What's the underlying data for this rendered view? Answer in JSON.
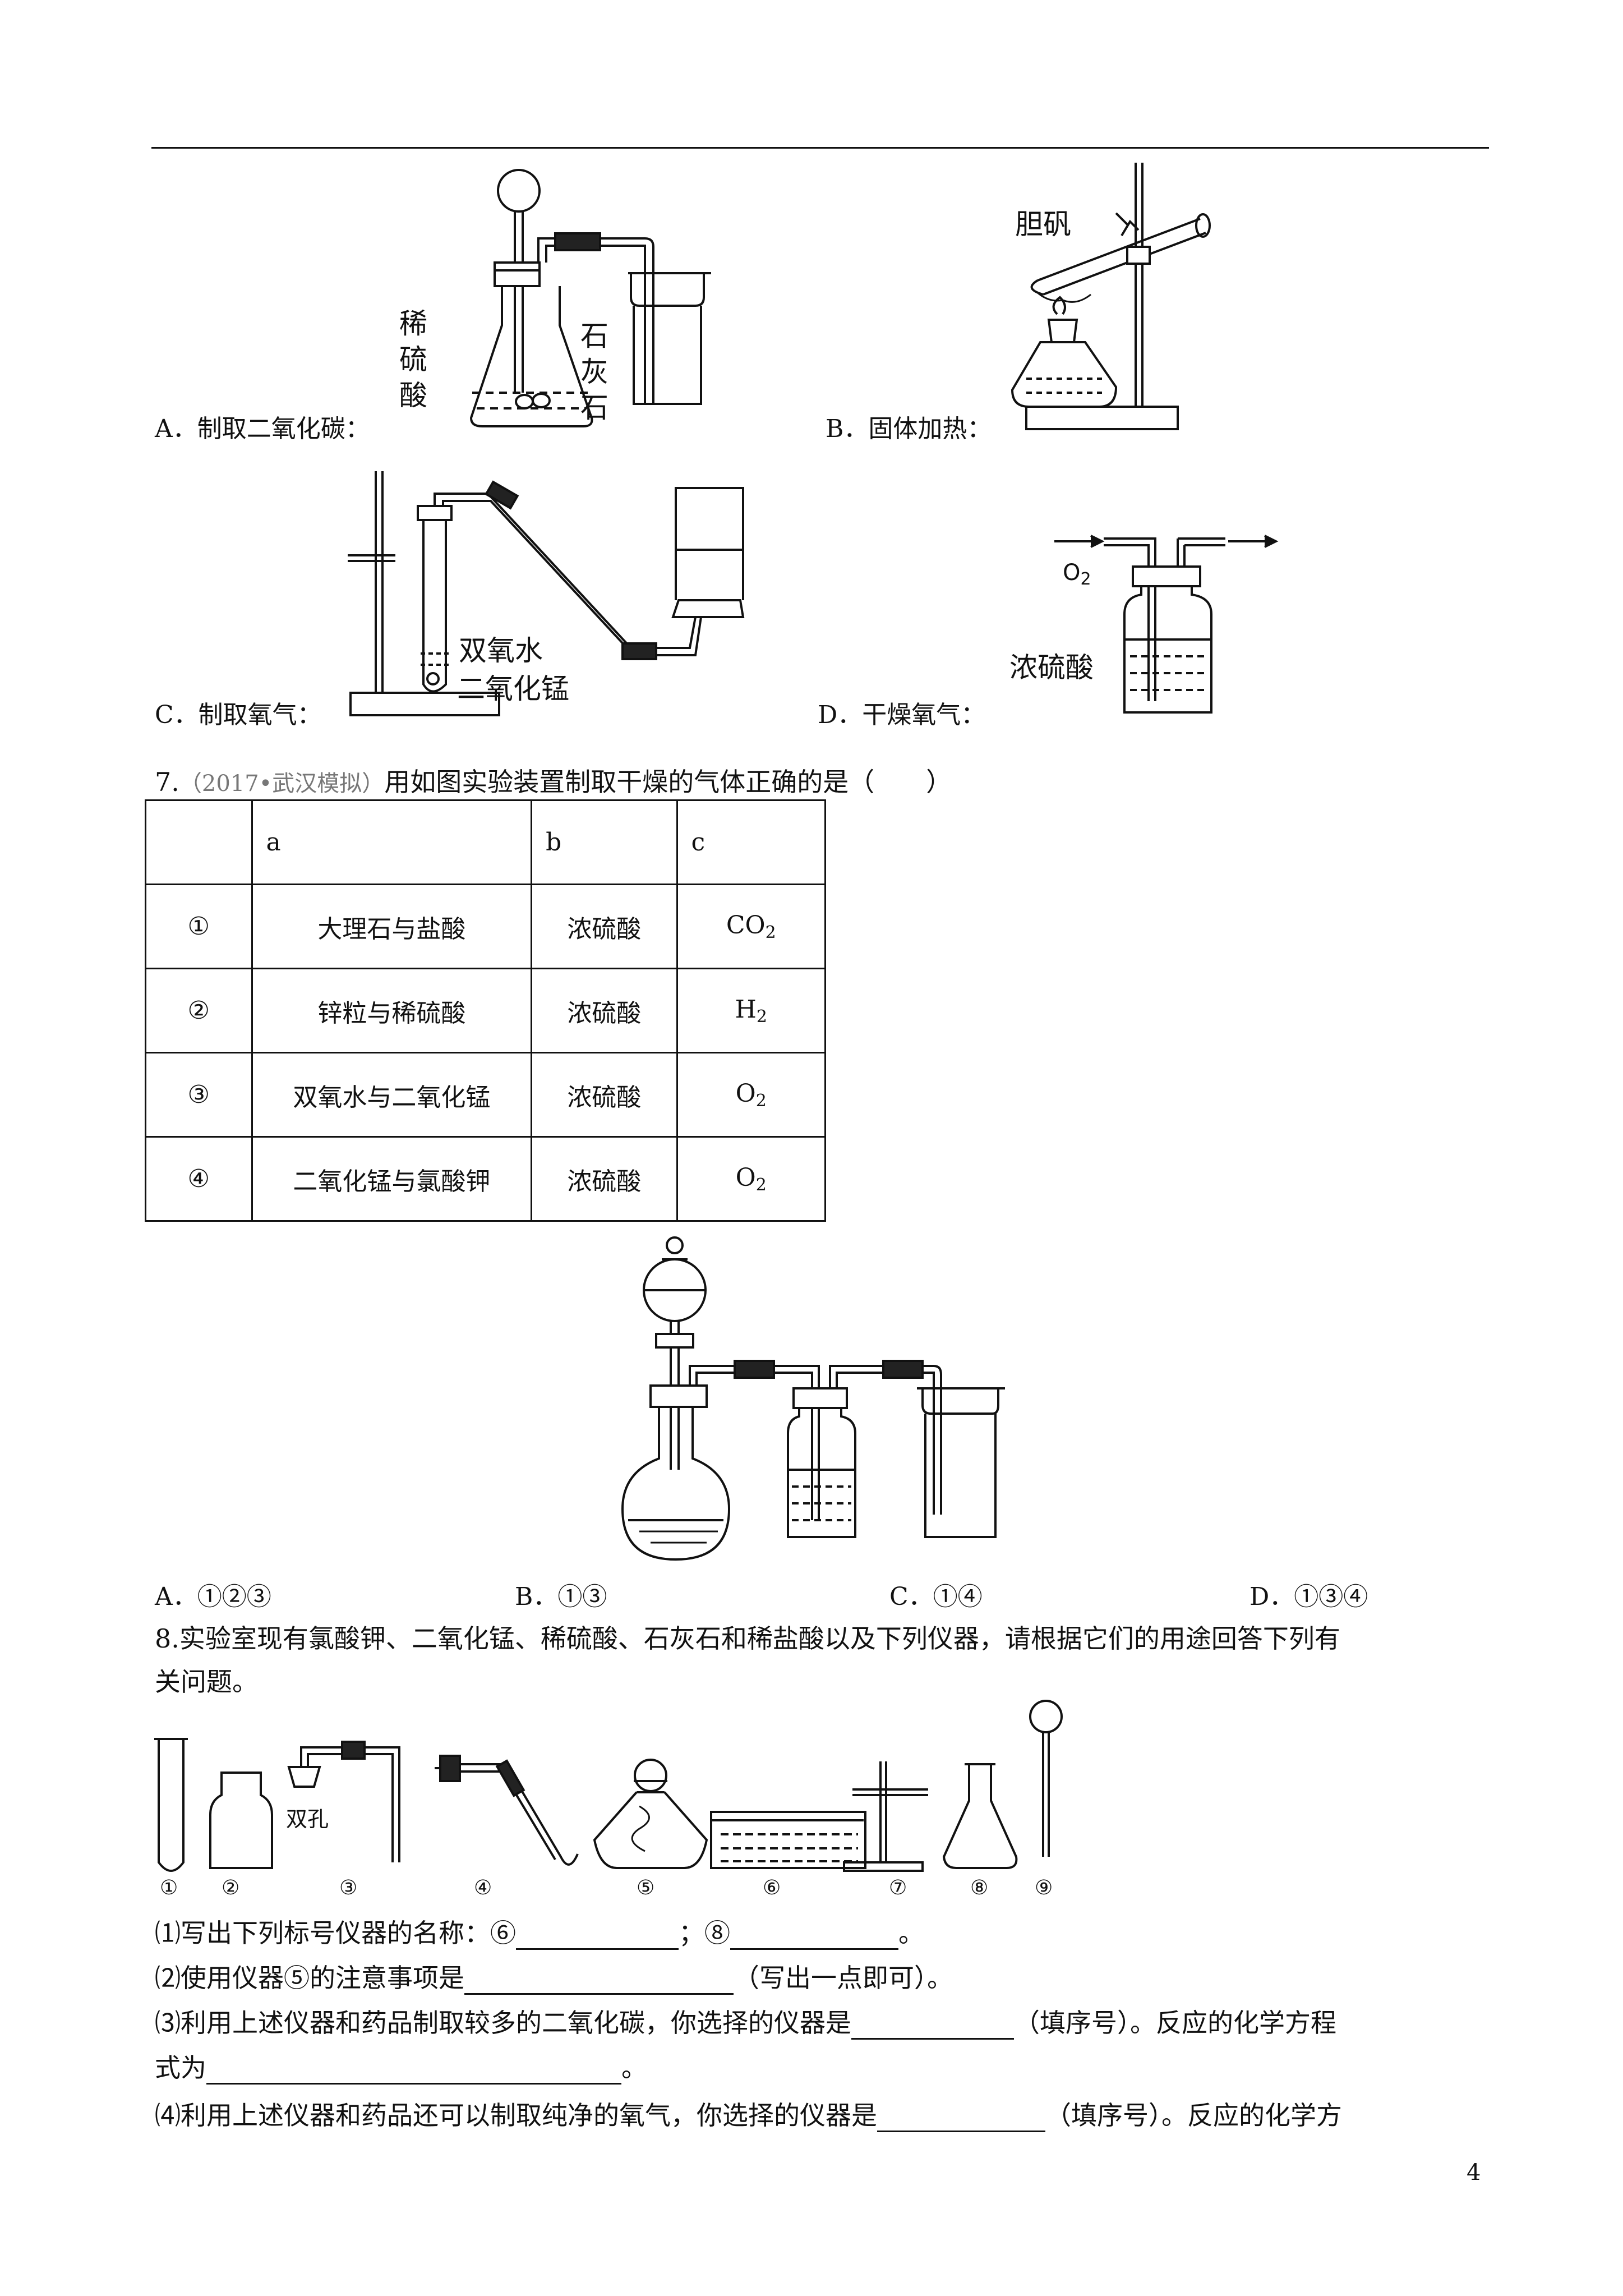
{
  "page_number": "4",
  "q6": {
    "options": [
      {
        "letter": "A．",
        "text": "制取二氧化碳："
      },
      {
        "letter": "B．",
        "text": "固体加热："
      },
      {
        "letter": "C．",
        "text": "制取氧气："
      },
      {
        "letter": "D．",
        "text": "干燥氧气："
      }
    ],
    "labels": {
      "a_acid": [
        "稀",
        "硫",
        "酸"
      ],
      "a_stone": [
        "石",
        "灰",
        "石"
      ],
      "b_solid": "胆矾",
      "c_h2o2": "双氧水",
      "c_mno2": "二氧化锰",
      "d_o2": "O",
      "d_o2_sub": "2",
      "d_acid": "浓硫酸"
    }
  },
  "q7": {
    "number": "7.",
    "source": "（2017•武汉模拟）",
    "stem": "用如图实验装置制取干燥的气体正确的是（　　）",
    "table": {
      "header": [
        "",
        "a",
        "b",
        "c"
      ],
      "rows": [
        {
          "no": "①",
          "a": "大理石与盐酸",
          "b": "浓硫酸",
          "c": "CO",
          "c_sub": "2"
        },
        {
          "no": "②",
          "a": "锌粒与稀硫酸",
          "b": "浓硫酸",
          "c": "H",
          "c_sub": "2"
        },
        {
          "no": "③",
          "a": "双氧水与二氧化锰",
          "b": "浓硫酸",
          "c": "O",
          "c_sub": "2"
        },
        {
          "no": "④",
          "a": "二氧化锰与氯酸钾",
          "b": "浓硫酸",
          "c": "O",
          "c_sub": "2"
        }
      ]
    },
    "choices": [
      "A．①②③",
      "B．①③",
      "C．①④",
      "D．①③④"
    ]
  },
  "q8": {
    "stem_line1": "8.实验室现有氯酸钾、二氧化锰、稀硫酸、石灰石和稀盐酸以及下列仪器，请根据它们的用途回答下列有",
    "stem_line2": "关问题。",
    "stopper_label": "双孔",
    "apparatus_numbers": [
      "①",
      "②",
      "③",
      "④",
      "⑤",
      "⑥",
      "⑦",
      "⑧",
      "⑨"
    ],
    "sub1_a": "⑴写出下列标号仪器的名称：⑥",
    "sub1_b": "；⑧",
    "sub1_c": "。",
    "sub2_a": "⑵使用仪器⑤的注意事项是",
    "sub2_b": "（写出一点即可）。",
    "sub3_a": "⑶利用上述仪器和药品制取较多的二氧化碳，你选择的仪器是",
    "sub3_b": "（填序号）。反应的化学方程",
    "sub3_c": "式为",
    "sub3_d": "。",
    "sub4_a": "⑷利用上述仪器和药品还可以制取纯净的氧气，你选择的仪器是",
    "sub4_b": "（填序号）。反应的化学方"
  }
}
